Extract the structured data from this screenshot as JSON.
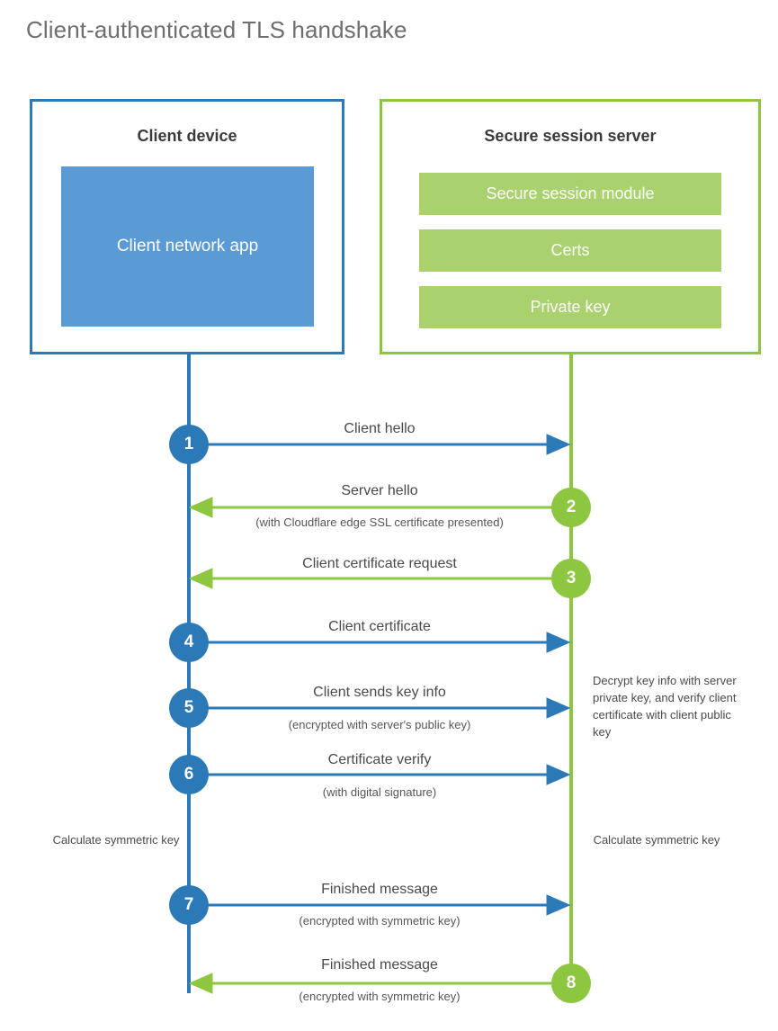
{
  "title": "Client-authenticated TLS handshake",
  "colors": {
    "client_accent": "#2c79b8",
    "client_fill": "#5b9bd5",
    "server_accent": "#8dc63f",
    "server_fill": "#a9d26e",
    "text": "#4a4a4c",
    "title_text": "#6e6e70"
  },
  "participants": {
    "client": {
      "title": "Client device",
      "component": "Client network app"
    },
    "server": {
      "title": "Secure session server",
      "components": [
        "Secure session module",
        "Certs",
        "Private key"
      ]
    }
  },
  "steps": [
    {
      "number": "1",
      "label": "Client hello",
      "sub": "",
      "direction": "client-to-server",
      "side": "client"
    },
    {
      "number": "2",
      "label": "Server hello",
      "sub": "(with Cloudflare edge SSL certificate presented)",
      "direction": "server-to-client",
      "side": "server"
    },
    {
      "number": "3",
      "label": "Client certificate request",
      "sub": "",
      "direction": "server-to-client",
      "side": "server"
    },
    {
      "number": "4",
      "label": "Client certificate",
      "sub": "",
      "direction": "client-to-server",
      "side": "client"
    },
    {
      "number": "5",
      "label": "Client sends key info",
      "sub": "(encrypted with server's public key)",
      "direction": "client-to-server",
      "side": "client"
    },
    {
      "number": "6",
      "label": "Certificate verify",
      "sub": "(with digital signature)",
      "direction": "client-to-server",
      "side": "client"
    },
    {
      "number": "7",
      "label": "Finished message",
      "sub": "(encrypted with symmetric key)",
      "direction": "client-to-server",
      "side": "client"
    },
    {
      "number": "8",
      "label": "Finished message",
      "sub": "(encrypted with symmetric key)",
      "direction": "server-to-client",
      "side": "server"
    }
  ],
  "annotations": {
    "server_decrypt_note": "Decrypt key info with server private key, and verify client certificate with client public key",
    "client_calc_key": "Calculate symmetric key",
    "server_calc_key": "Calculate symmetric key"
  }
}
